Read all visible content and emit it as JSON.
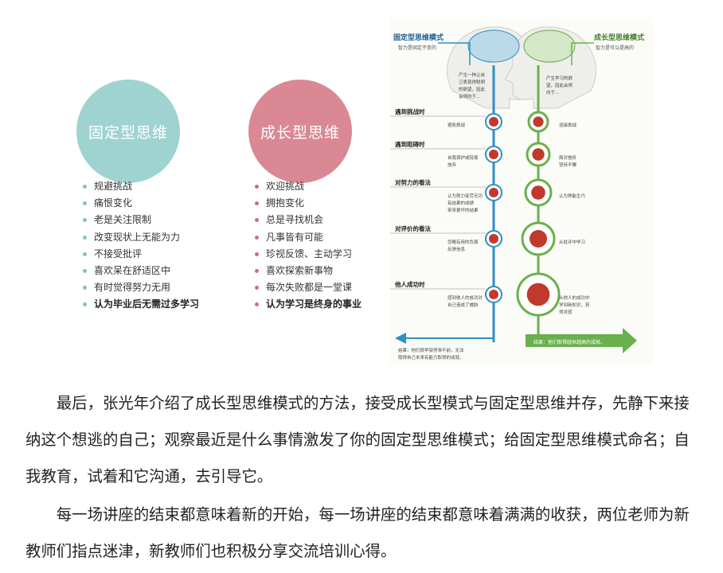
{
  "left_panel": {
    "fixed": {
      "title": "固定型思维",
      "color": "#9fd3d0",
      "items": [
        "规避挑战",
        "痛恨变化",
        "老是关注限制",
        "改变现状上无能为力",
        "不接受批评",
        "喜欢呆在舒适区中",
        "有时觉得努力无用",
        "认为毕业后无需过多学习"
      ]
    },
    "growth": {
      "title": "成长型思维",
      "color": "#d98894",
      "items": [
        "欢迎挑战",
        "拥抱变化",
        "总是寻找机会",
        "凡事皆有可能",
        "珍视反馈、主动学习",
        "喜欢探索新事物",
        "每次失败都是一堂课",
        "认为学习是终身的事业"
      ]
    }
  },
  "diagram": {
    "fixed_title": "固定型思维模式",
    "fixed_sub": "智力是固定不变的",
    "growth_title": "成长型思维模式",
    "growth_sub": "智力是可以提高的",
    "fixed_head": [
      "产生一种让自",
      "己表现得聪明",
      "的欲望，因此",
      "会倾向于..."
    ],
    "growth_head": [
      "产生学习的欲",
      "望，因此会倾",
      "向于..."
    ],
    "rows": [
      {
        "label": "遇到挑战时",
        "fixed": [
          "避免挑战"
        ],
        "growth": [
          "迎接挑战"
        ]
      },
      {
        "label": "遇到阻碍时",
        "fixed": [
          "自我保护或轻易",
          "放弃"
        ],
        "growth": [
          "面对挫折",
          "坚持不懈"
        ]
      },
      {
        "label": "对努力的看法",
        "fixed": [
          "认为努力徒劳无功",
          "有结果的成绩",
          "带来更坏的结果"
        ],
        "growth": [
          "认为熟能生巧"
        ]
      },
      {
        "label": "对评价的看法",
        "fixed": [
          "忽略有用的负面",
          "反馈信息"
        ],
        "growth": [
          "从批评中学习"
        ]
      },
      {
        "label": "他人成功时",
        "fixed": [
          "感到他人的成功对",
          "自己造成了威胁"
        ],
        "growth": [
          "从他人的成功中",
          "学到新知识，获",
          "得灵感"
        ]
      }
    ],
    "fixed_result": [
      "结果：他们很早就停滞不前，无法",
      "取得自己本来有能力取得的成就。"
    ],
    "growth_result": "结果：他们取得越来越高的成就。"
  },
  "body": {
    "p1": "最后，张光年介绍了成长型思维模式的方法，接受成长型模式与固定型思维并存，先静下来接纳这个想逃的自己；观察最近是什么事情激发了你的固定型思维模式；给固定型思维模式命名；自我教育，试着和它沟通，去引导它。",
    "p2": "每一场讲座的结束都意味着新的开始，每一场讲座的结束都意味着满满的收获，两位老师为新教师们指点迷津，新教师们也积极分享交流培训心得。"
  },
  "colors": {
    "fixed_line": "#2e8fc4",
    "growth_line": "#6ab04c",
    "icon_red": "#c0392b"
  }
}
